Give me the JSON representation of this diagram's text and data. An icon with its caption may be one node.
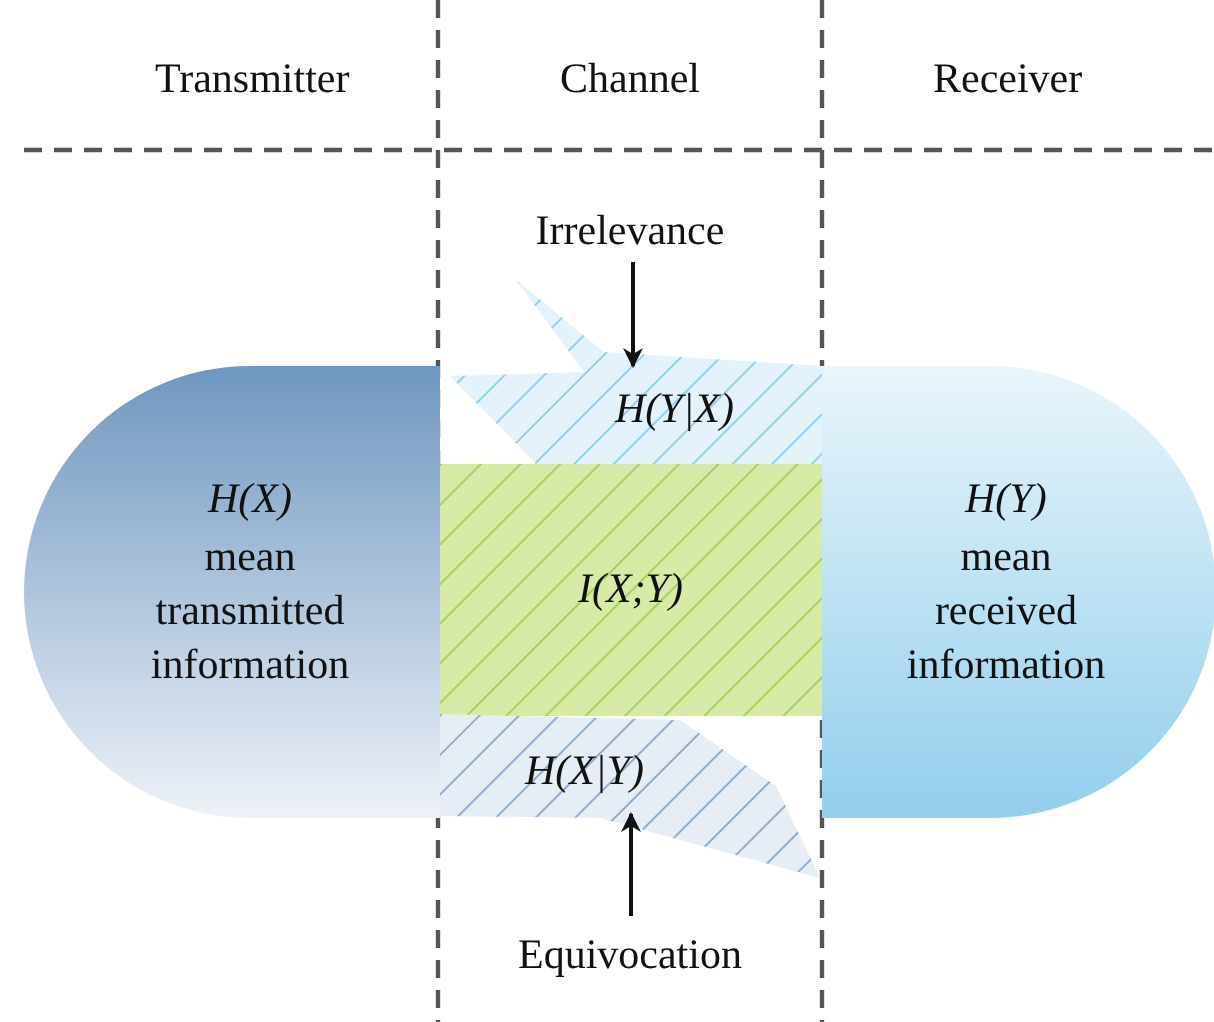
{
  "diagram": {
    "nodes": [
      {
        "text": [
          "Irrelevance"
        ]
      },
      {
        "text": [
          "H(Y|X)"
        ]
      },
      {
        "text": [
          "H(X)",
          "mean transmitted information"
        ]
      },
      {
        "text": [
          "I(X;Y)"
        ]
      },
      {
        "text": [
          "H(Y)",
          "mean received information"
        ]
      },
      {
        "text": [
          "H(X|Y)"
        ]
      },
      {
        "text": [
          "Equivocation"
        ]
      }
    ],
    "edges": [
      {
        "from": 0,
        "to": 1,
        "arrow": "to"
      },
      {
        "from": 6,
        "to": 5,
        "arrow": "to"
      }
    ],
    "labels": [
      "Transmitter",
      "Channel",
      "Receiver"
    ]
  }
}
